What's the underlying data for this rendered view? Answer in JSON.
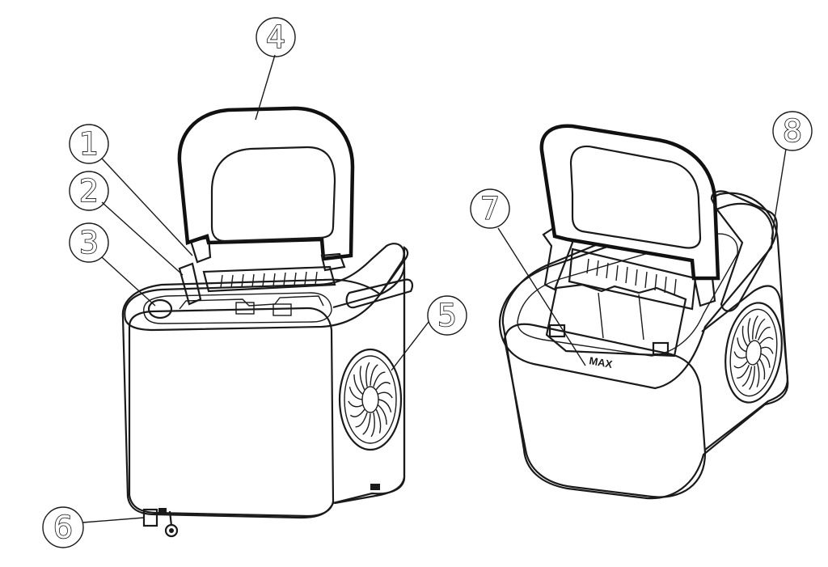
{
  "diagram": {
    "callouts": [
      {
        "id": 1,
        "label": "1"
      },
      {
        "id": 2,
        "label": "2"
      },
      {
        "id": 3,
        "label": "3"
      },
      {
        "id": 4,
        "label": "4"
      },
      {
        "id": 5,
        "label": "5"
      },
      {
        "id": 6,
        "label": "6"
      },
      {
        "id": 7,
        "label": "7"
      },
      {
        "id": 8,
        "label": "8"
      }
    ],
    "engraved_text": "MAX",
    "colors": {
      "line": "#1a1a1a",
      "background": "#ffffff"
    }
  }
}
